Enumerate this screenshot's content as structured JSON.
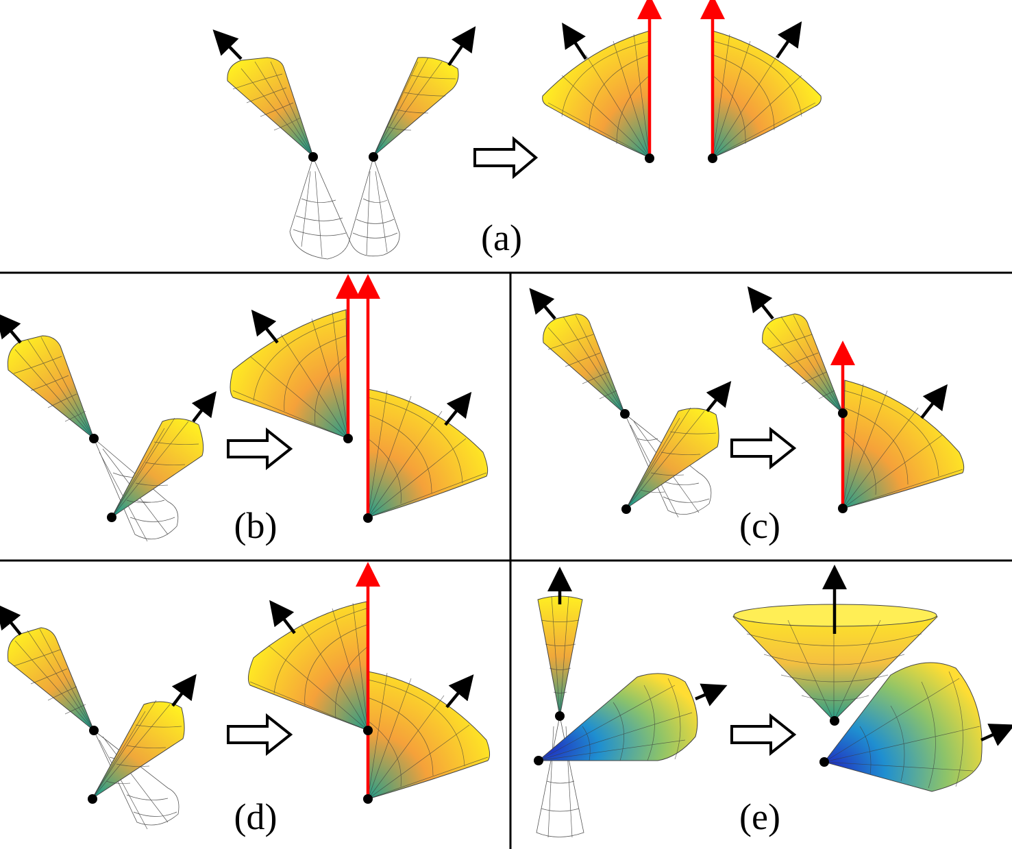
{
  "figure": {
    "panels": [
      {
        "id": "a",
        "label": "(a)"
      },
      {
        "id": "b",
        "label": "(b)"
      },
      {
        "id": "c",
        "label": "(c)"
      },
      {
        "id": "d",
        "label": "(d)"
      },
      {
        "id": "e",
        "label": "(e)"
      }
    ],
    "colors": {
      "cone_far": "#ffee22",
      "cone_mid": "#f5a13a",
      "cone_near": "#1f9e8c",
      "cone_apex_blue": "#1f2fbf",
      "normal_arrow": "#000000",
      "shared_arrow": "#ff0000",
      "mesh_stroke": "#555555",
      "divider": "#000000"
    }
  }
}
